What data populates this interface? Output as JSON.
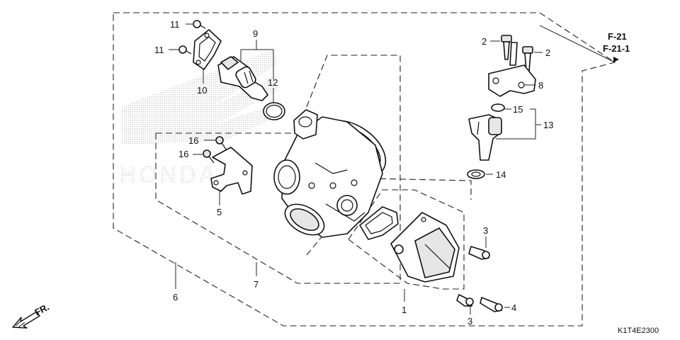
{
  "diagram": {
    "callouts": {
      "n1": "1",
      "n2a": "2",
      "n2b": "2",
      "n3a": "3",
      "n3b": "3",
      "n4": "4",
      "n5": "5",
      "n6": "6",
      "n7": "7",
      "n8": "8",
      "n9": "9",
      "n10": "10",
      "n11a": "11",
      "n11b": "11",
      "n12": "12",
      "n13": "13",
      "n14": "14",
      "n15": "15",
      "n16a": "16",
      "n16b": "16"
    },
    "refs": [
      "F-21",
      "F-21-1"
    ],
    "direction_label": "FR.",
    "code": "K1T4E2300",
    "watermark": "HONDA"
  }
}
